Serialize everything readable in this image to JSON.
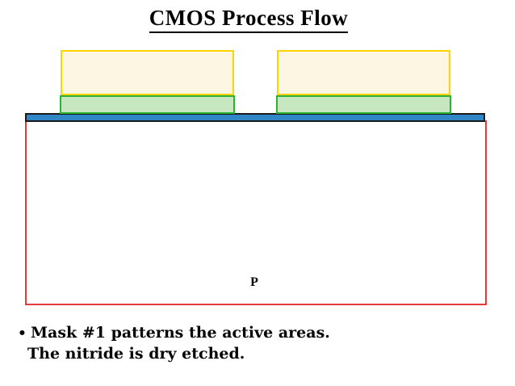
{
  "page": {
    "title": "CMOS Process Flow"
  },
  "diagram": {
    "substrate_label": "P",
    "layers": {
      "photoresist": {
        "fill": "#FDF6E2",
        "border": "#FFD200"
      },
      "nitride": {
        "fill": "#C6E7BF",
        "border": "#2EB135"
      },
      "oxide": {
        "fill": "#2E86C6",
        "border": "#1A1A1A"
      },
      "substrate": {
        "fill": "#FFFFFF",
        "border": "#E33B3B"
      }
    }
  },
  "notes": {
    "bullet_marker": "•",
    "line1": "Mask #1 patterns the active areas.",
    "line2": "The nitride is dry etched."
  }
}
